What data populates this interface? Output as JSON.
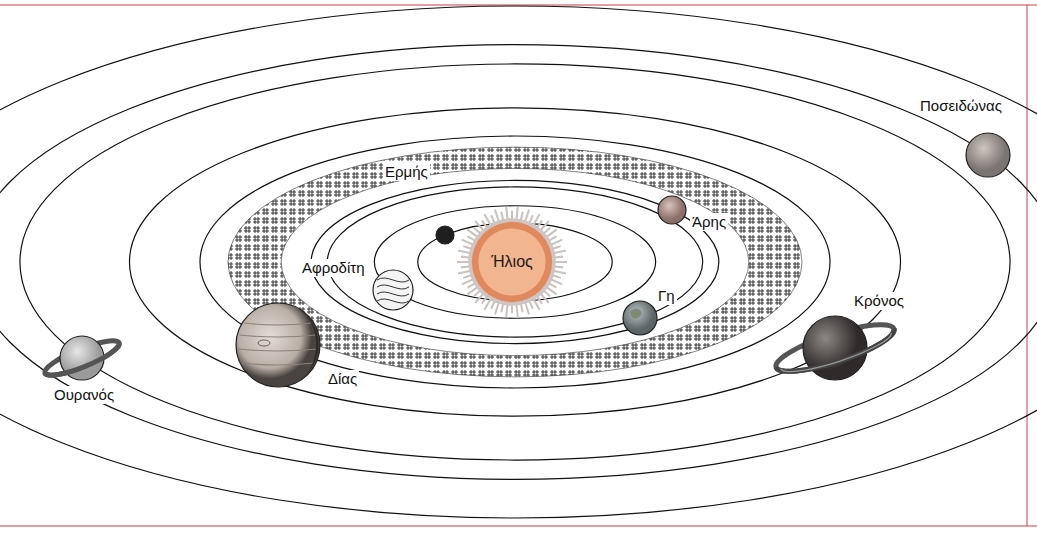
{
  "diagram": {
    "nodes": [
      {
        "text": [
          "Ήλιος"
        ]
      }
    ],
    "labels": [
      "Ποσειδώνας",
      "Ερμής",
      "Άρης",
      "Αφροδίτη",
      "Γη",
      "Κρόνος",
      "Δίας",
      "Ουρανός"
    ]
  }
}
